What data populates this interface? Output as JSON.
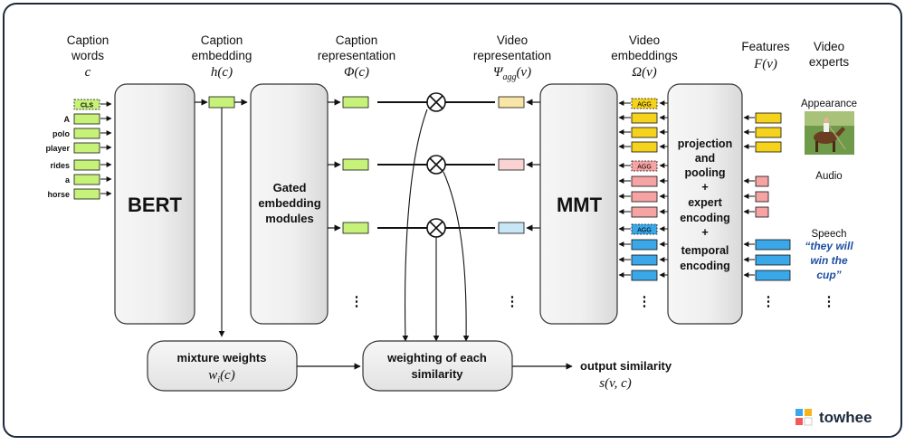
{
  "columns": {
    "caption_words": {
      "line1": "Caption",
      "line2": "words",
      "math": "c"
    },
    "caption_embedding": {
      "line1": "Caption",
      "line2": "embedding",
      "math": "h(c)"
    },
    "caption_representation": {
      "line1": "Caption",
      "line2": "representation",
      "math": "Φ(c)"
    },
    "video_representation": {
      "line1": "Video",
      "line2": "representation",
      "math_main": "Ψ",
      "math_sub": "agg",
      "math_tail": "(v)"
    },
    "video_embeddings": {
      "line1": "Video",
      "line2": "embeddings",
      "math": "Ω(v)"
    },
    "features": {
      "line1": "Features",
      "math": "F(v)"
    },
    "video_experts": {
      "line1": "Video",
      "line2": "experts"
    }
  },
  "tokens": [
    "CLS",
    "A",
    "polo",
    "player",
    "rides",
    "a",
    "horse"
  ],
  "boxes": {
    "bert": "BERT",
    "gated": [
      "Gated",
      "embedding",
      "modules"
    ],
    "mmt": "MMT",
    "projection": [
      "projection",
      "and",
      "pooling",
      "+",
      "expert",
      "encoding",
      "+",
      "temporal",
      "encoding"
    ],
    "mixture": {
      "line1": "mixture weights",
      "math_main": "w",
      "math_sub": "i",
      "math_tail": "(c)"
    },
    "weighting": [
      "weighting of each",
      "similarity"
    ],
    "output": {
      "line1": "output similarity",
      "math": "s(v, c)"
    }
  },
  "agg_label": "AGG",
  "experts": {
    "appearance": "Appearance",
    "audio": "Audio",
    "speech": "Speech",
    "quote": [
      "“they will",
      "win the",
      "cup”"
    ]
  },
  "ellipsis": "⋮",
  "brand": "towhee",
  "colors": {
    "green": "#c6f27a",
    "yellow": "#f5d21c",
    "pink": "#f6a3a3",
    "blue": "#3aa7e8",
    "yellow_light": "#f7e6a6",
    "pink_light": "#f9d3d3",
    "blue_light": "#c9e6f7",
    "quote_blue": "#1f4fa3"
  }
}
